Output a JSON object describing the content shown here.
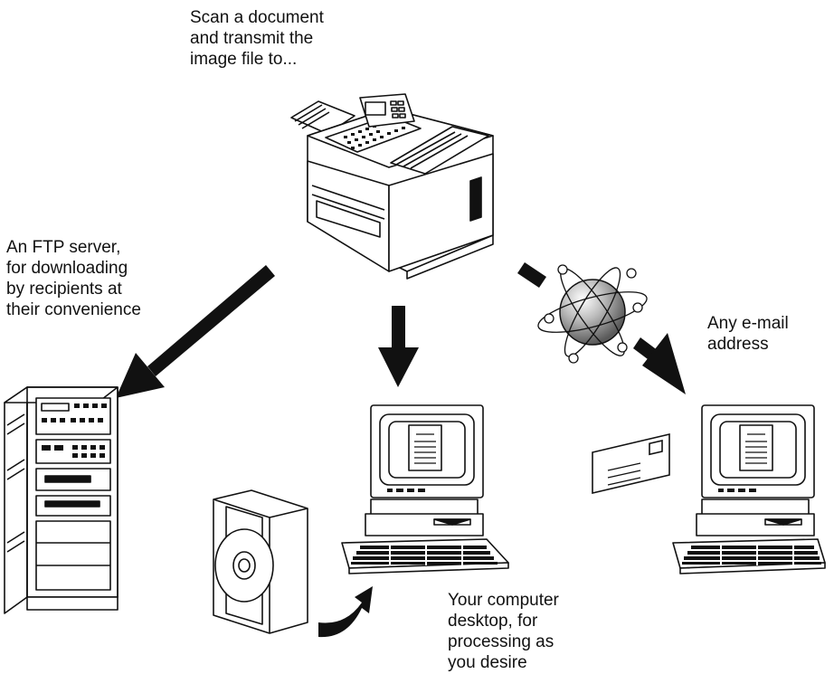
{
  "captions": {
    "scan": "Scan a document\nand transmit the\nimage file to...",
    "ftp": "An FTP server,\nfor downloading\nby recipients at\ntheir convenience",
    "email": "Any e-mail\naddress",
    "desktop": "Your computer\ndesktop, for\nprocessing as\nyou desire"
  },
  "icons": [
    "scanner-fax-machine-icon",
    "ftp-server-tower-icon",
    "desktop-computer-icon",
    "cd-case-icon",
    "globe-network-icon",
    "envelope-icon",
    "email-computer-icon"
  ],
  "colors": {
    "line": "#111111",
    "fill": "#ffffff",
    "shade": "#d8d8d8"
  }
}
